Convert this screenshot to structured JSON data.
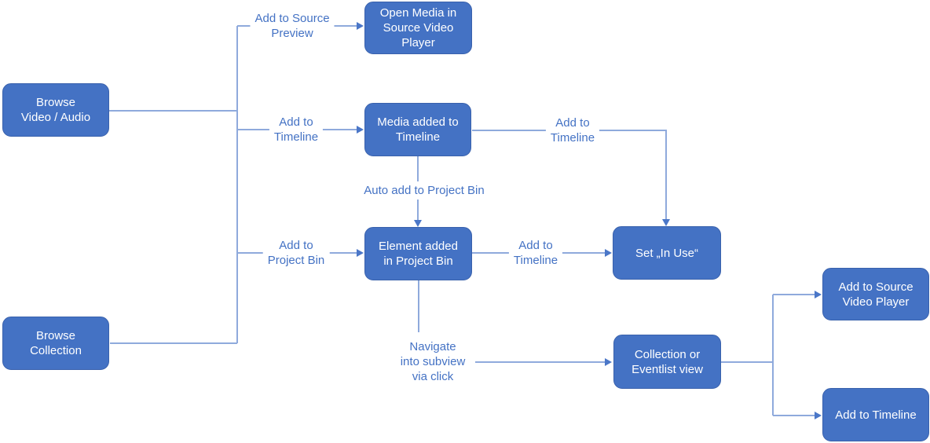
{
  "title": "Media browsing and timeline workflow diagram",
  "colors": {
    "node_fill": "#4472C4",
    "node_border": "#3961AC",
    "node_text": "#FFFFFF",
    "connector": "#8FAADC",
    "arrow": "#4B77C8",
    "label_text": "#4472C4",
    "background": "#FFFFFF"
  },
  "nodes": [
    {
      "id": "browse-video-audio",
      "lines": [
        "Browse",
        "Video / Audio"
      ]
    },
    {
      "id": "browse-collection",
      "lines": [
        "Browse",
        "Collection"
      ]
    },
    {
      "id": "open-media-in-source-video-player",
      "lines": [
        "Open Media in",
        "Source Video",
        "Player"
      ]
    },
    {
      "id": "media-added-to-timeline",
      "lines": [
        "Media added to",
        "Timeline"
      ]
    },
    {
      "id": "element-added-in-project-bin",
      "lines": [
        "Element added",
        "in Project Bin"
      ]
    },
    {
      "id": "set-in-use",
      "lines": [
        "Set „In Use“"
      ]
    },
    {
      "id": "collection-or-eventlist-view",
      "lines": [
        "Collection or",
        "Eventlist view"
      ]
    },
    {
      "id": "add-to-source-video-player",
      "lines": [
        "Add to Source",
        "Video Player"
      ]
    },
    {
      "id": "add-to-timeline-node",
      "lines": [
        "Add to Timeline"
      ]
    }
  ],
  "edge_labels": [
    {
      "id": "add-to-source-preview",
      "lines": [
        "Add to Source",
        "Preview"
      ]
    },
    {
      "id": "add-to-timeline-left",
      "lines": [
        "Add to",
        "Timeline"
      ]
    },
    {
      "id": "add-to-project-bin",
      "lines": [
        "Add to",
        "Project Bin"
      ]
    },
    {
      "id": "auto-add-to-project-bin",
      "lines": [
        "Auto add to Project Bin"
      ]
    },
    {
      "id": "add-to-timeline-upper",
      "lines": [
        "Add to",
        "Timeline"
      ]
    },
    {
      "id": "add-to-timeline-mid",
      "lines": [
        "Add to",
        "Timeline"
      ]
    },
    {
      "id": "navigate-into-subview",
      "lines": [
        "Navigate",
        "into subview",
        "via click"
      ]
    }
  ]
}
